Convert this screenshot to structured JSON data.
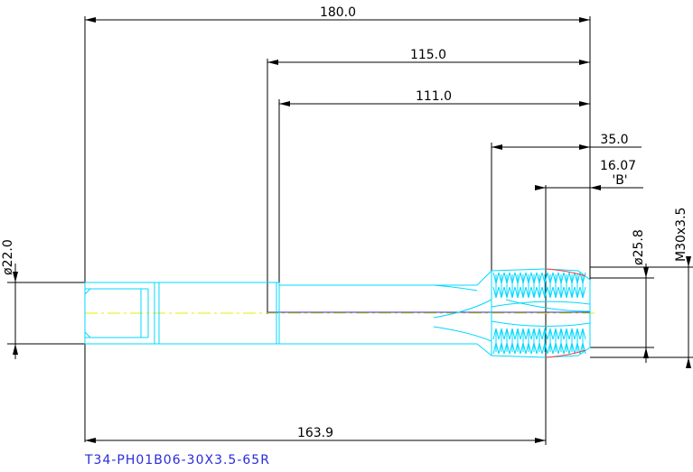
{
  "dimensions": {
    "overall_length": "180.0",
    "shank_to_tip": "115.0",
    "body_length": "111.0",
    "thread_length": "35.0",
    "chamfer_length": "16.07",
    "chamfer_label": "'B'",
    "shank_diameter": "ø22.0",
    "core_diameter": "ø25.8",
    "thread_size": "M30x3.5",
    "datum_length": "163.9"
  },
  "part_number": "T34-PH01B06-30X3.5-65R",
  "colors": {
    "dimension": "#000000",
    "outline": "#00d8ff",
    "part_text": "#2b2bd9",
    "centerline": "#e8e800",
    "blue_line": "#2b2bd9",
    "red_accent": "#ff3b3b"
  }
}
